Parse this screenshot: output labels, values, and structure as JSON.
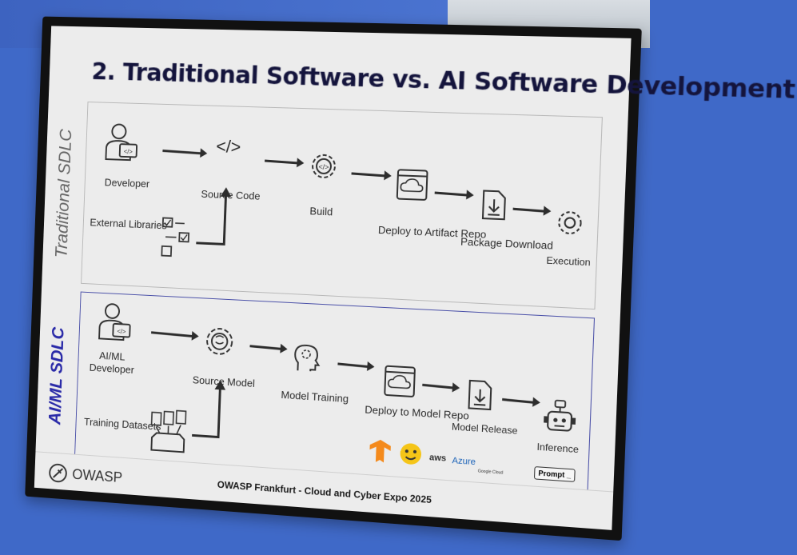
{
  "slide": {
    "title": "2. Traditional Software vs. AI Software Development",
    "traditional_label": "Traditional SDLC",
    "ai_label": "AI/ML SDLC",
    "footer_text": "OWASP Frankfurt - Cloud and Cyber Expo 2025",
    "logo_text": "OWASP"
  },
  "traditional": {
    "developer": "Developer",
    "source_code": "Source Code",
    "build": "Build",
    "deploy": "Deploy to Artifact Repo",
    "package": "Package Download",
    "execution": "Execution",
    "external_libraries": "External Libraries"
  },
  "ai": {
    "developer": "AI/ML Developer",
    "source_model": "Source Model",
    "model_training": "Model Training",
    "deploy": "Deploy to Model Repo",
    "model_release": "Model Release",
    "inference": "Inference",
    "training_datasets": "Training Datasets",
    "vendors": {
      "aws": "aws",
      "azure": "Azure",
      "google_cloud": "Google Cloud",
      "prompt": "Prompt"
    }
  },
  "colors": {
    "wall": "#3f69c8",
    "screen": "#ececec",
    "title": "#14143c",
    "ai_accent": "#2a2aa8",
    "tensorflow": "#f48a1c",
    "huggingface": "#f5c518"
  }
}
